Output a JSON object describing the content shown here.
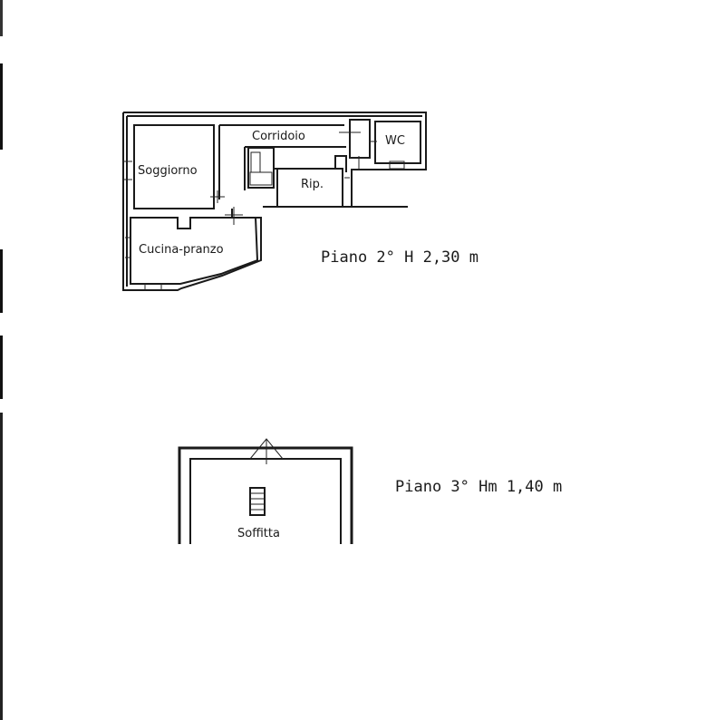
{
  "floors": [
    {
      "label": "Piano 2° H 2,30 m",
      "rooms": {
        "soggiorno": "Soggiorno",
        "corridoio": "Corridoio",
        "wc": "WC",
        "ripostiglio": "Rip.",
        "cucina": "Cucina-pranzo"
      }
    },
    {
      "label": "Piano 3° Hm 1,40 m",
      "rooms": {
        "soffitta": "Soffitta"
      }
    }
  ]
}
